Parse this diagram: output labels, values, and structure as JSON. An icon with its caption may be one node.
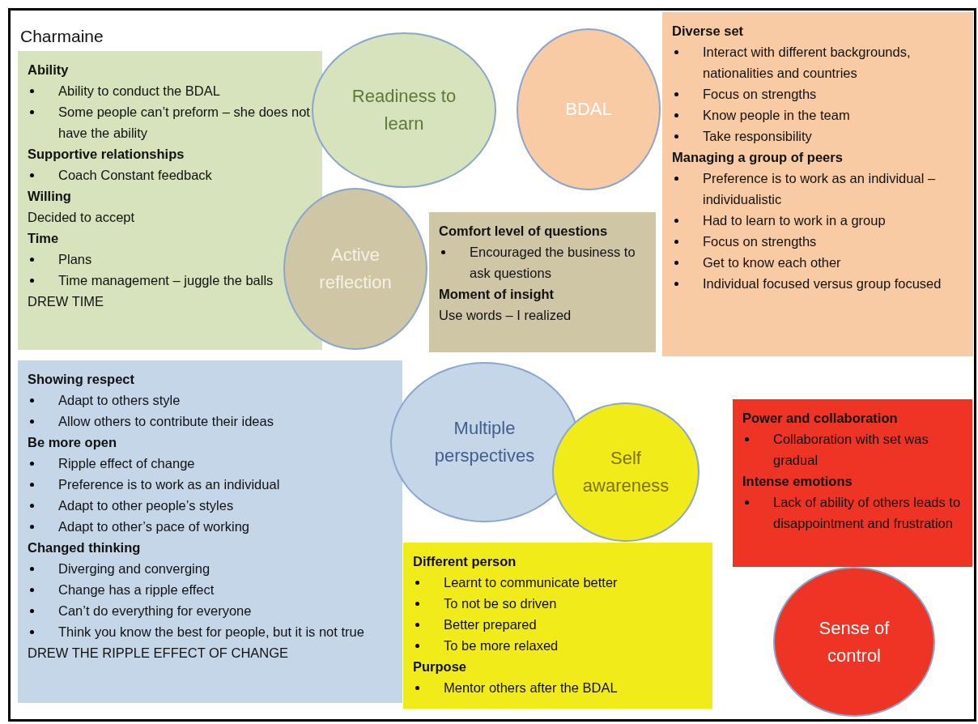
{
  "diagram": {
    "nodes": [
      {
        "text": [
          "Ability",
          "Ability to conduct the BDAL",
          "Some people can’t preform – she does not have the ability",
          "Supportive relationships",
          "Coach Constant feedback",
          "Willing",
          "Decided to accept",
          "Time",
          "Plans",
          "Time management – juggle the balls",
          "DREW TIME"
        ]
      },
      {
        "text": [
          "Readiness to learn"
        ]
      },
      {
        "text": [
          "BDAL"
        ]
      },
      {
        "text": [
          "Diverse set",
          "Interact with different backgrounds, nationalities and countries",
          "Focus on strengths",
          "Know people in the team",
          "Take responsibility",
          "Managing a group of peers",
          "Preference is to work as an individual – individualistic",
          "Had to learn to work in a group",
          "Focus on strengths",
          "Get to know each other",
          "Individual focused versus group focused"
        ]
      },
      {
        "text": [
          "Active reflection"
        ]
      },
      {
        "text": [
          "Comfort level of questions",
          "Encouraged the business to ask questions",
          "Moment of insight",
          "Use words – I realized"
        ]
      },
      {
        "text": [
          "Showing respect",
          "Adapt to others style",
          "Allow others to contribute their ideas",
          "Be more open",
          "Ripple effect of change",
          "Preference is to work as an individual",
          "Adapt to other people’s styles",
          "Adapt to other’s pace of working",
          "Changed thinking",
          "Diverging and converging",
          "Change has a ripple effect",
          "Can’t do everything for everyone",
          "Think you know the best for people, but it is not true",
          "DREW THE RIPPLE EFFECT OF CHANGE"
        ]
      },
      {
        "text": [
          "Multiple perspectives"
        ]
      },
      {
        "text": [
          "Self awareness"
        ]
      },
      {
        "text": [
          "Power and collaboration",
          "Collaboration with set was gradual",
          "Intense emotions",
          "Lack of ability of others leads to disappointment and frustration"
        ]
      },
      {
        "text": [
          "Different person",
          "Learnt to communicate better",
          "To not be so driven",
          "Better prepared",
          "To be more relaxed",
          "Purpose",
          "Mentor others after the BDAL"
        ]
      },
      {
        "text": [
          "Sense of control"
        ]
      }
    ],
    "labels": [
      "Charmaine"
    ]
  }
}
